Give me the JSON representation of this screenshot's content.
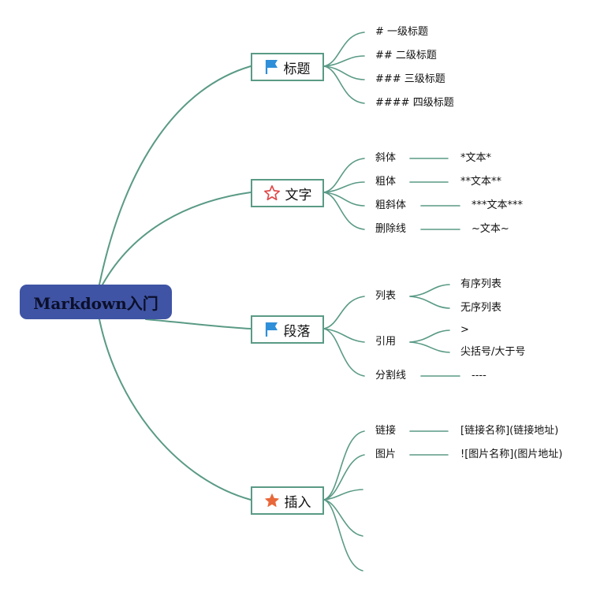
{
  "root": {
    "label": "Markdown入门"
  },
  "branches": {
    "headings": {
      "label": "标题",
      "icon": "blue-flag-icon",
      "items": [
        "# 一级标题",
        "## 二级标题",
        "### 三级标题",
        "#### 四级标题"
      ]
    },
    "text": {
      "label": "文字",
      "icon": "red-outline-star-icon",
      "items": [
        {
          "name": "斜体",
          "syntax": "*文本*"
        },
        {
          "name": "粗体",
          "syntax": "**文本**"
        },
        {
          "name": "粗斜体",
          "syntax": "***文本***"
        },
        {
          "name": "删除线",
          "syntax": "~文本~"
        }
      ]
    },
    "paragraph": {
      "label": "段落",
      "icon": "blue-flag-icon",
      "list": {
        "name": "列表",
        "children": [
          "有序列表",
          "无序列表"
        ]
      },
      "quote": {
        "name": "引用",
        "children": [
          ">",
          "尖括号/大于号"
        ]
      },
      "divider": {
        "name": "分割线",
        "syntax": "----"
      }
    },
    "insert": {
      "label": "插入",
      "icon": "orange-filled-star-icon",
      "items": [
        {
          "name": "链接",
          "syntax": "[链接名称](链接地址)"
        },
        {
          "name": "图片",
          "syntax": "![图片名称](图片地址)"
        }
      ]
    }
  },
  "colors": {
    "root_fill": "#3f54a4",
    "connector": "#5a9a86",
    "flag": "#2f8fd8",
    "star_outline": "#e04848",
    "star_filled": "#e8683a"
  }
}
